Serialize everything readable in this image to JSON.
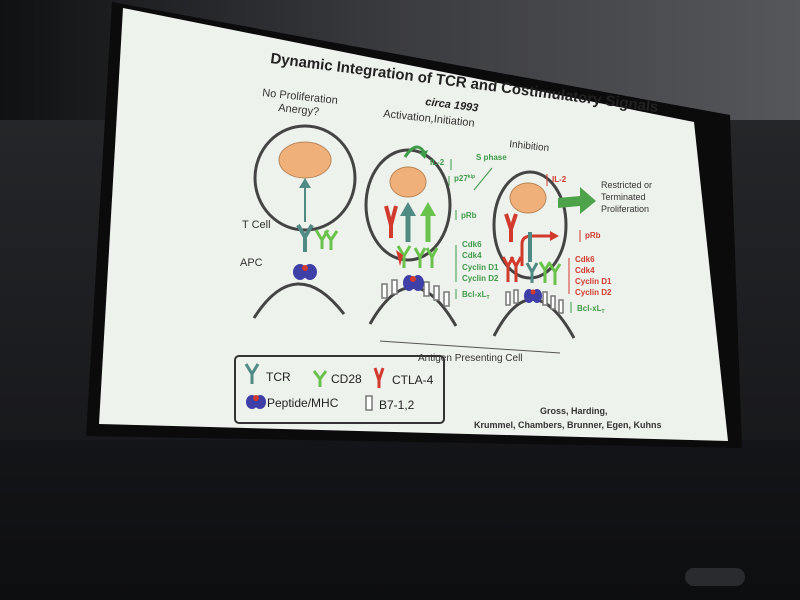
{
  "slide": {
    "title_line1": "Dynamic Integration of TCR and Costimulatory Signals",
    "subtitle": "circa 1993",
    "panels": {
      "left_header_1": "No Proliferation",
      "left_header_2": "Anergy?",
      "middle_header": "Activation,Initiation",
      "right_header": "Inhibition"
    },
    "labels": {
      "t_cell": "T Cell",
      "apc": "APC",
      "il2_mid": "IL-2",
      "s_phase": "S phase",
      "p27": "p27",
      "p27_sup": "kip",
      "prb_mid": "pRb",
      "cdk6_mid": "Cdk6",
      "cdk4_mid": "Cdk4",
      "cyclin_d1_mid": "Cyclin D1",
      "cyclin_d2_mid": "Cyclin D2",
      "bclxl_mid": "Bcl-xL",
      "bclxl_mid_sub": "T",
      "il2_right": "IL-2",
      "prb_right": "pRb",
      "cdk6_right": "Cdk6",
      "cdk4_right": "Cdk4",
      "cyclin_d1_right": "Cyclin D1",
      "cyclin_d2_right": "Cyclin D2",
      "bclxl_right": "Bcl-xL",
      "bclxl_right_sub": "T",
      "restricted_1": "Restricted or",
      "restricted_2": "Terminated",
      "restricted_3": "Proliferation",
      "antigen_presenting_cell": "Antigen Presenting Cell"
    },
    "legend": {
      "tcr": "TCR",
      "cd28": "CD28",
      "ctla4": "CTLA-4",
      "peptide_mhc": "Peptide/MHC",
      "b7": "B7-1,2"
    },
    "credits": {
      "line1": "Gross, Harding,",
      "line2": "Krummel, Chambers, Brunner, Egen, Kuhns"
    },
    "colors": {
      "green": "#3f9a4a",
      "red": "#d23a2e",
      "teal": "#4f8a84",
      "nucleus": "#f0b07a",
      "mhc": "#3f3fa8"
    }
  }
}
